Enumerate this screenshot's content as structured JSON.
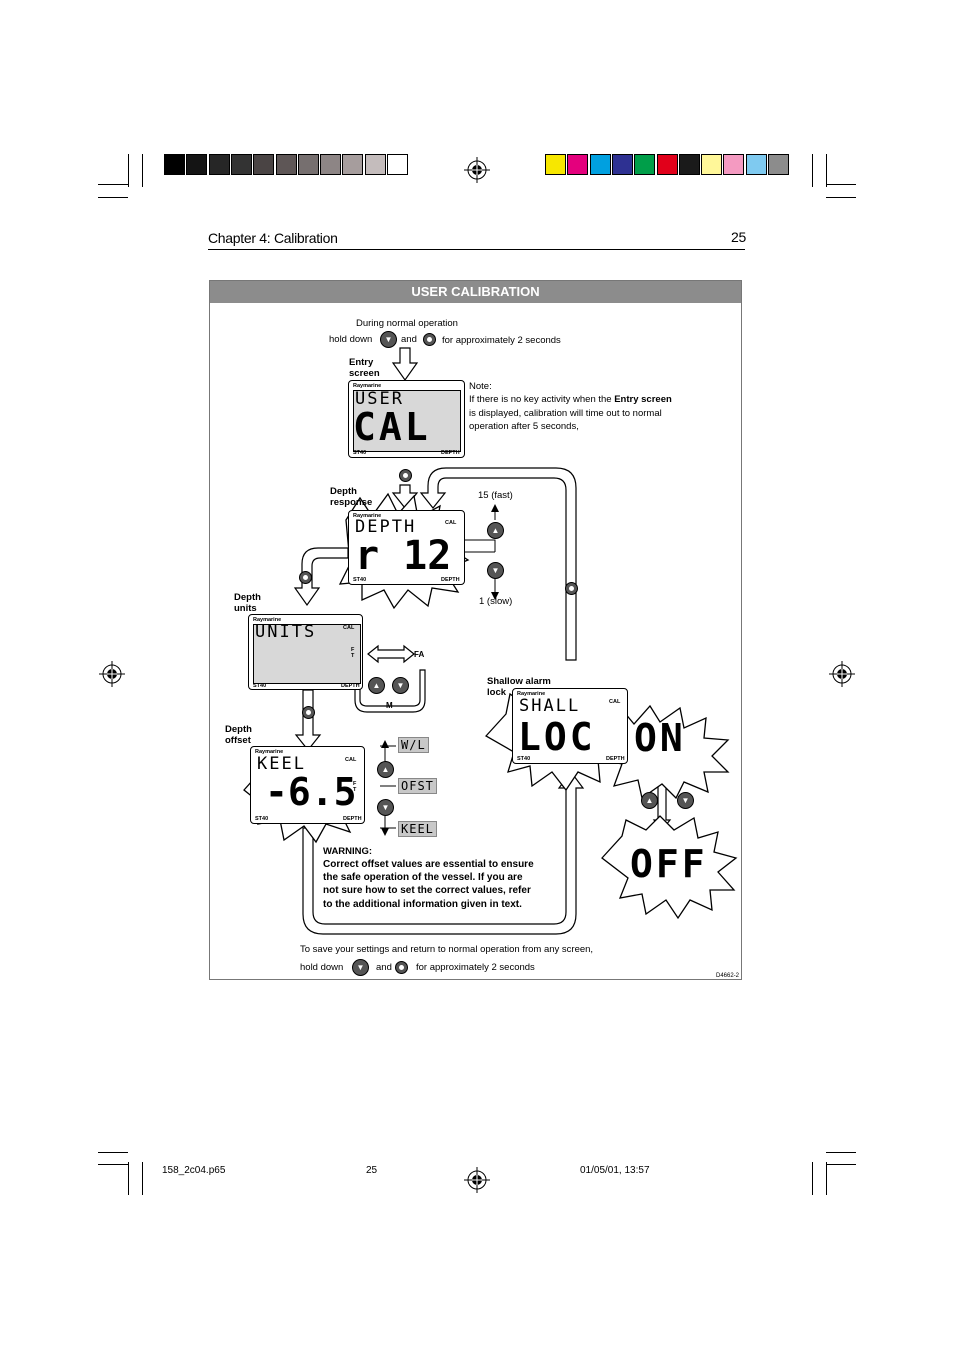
{
  "header": {
    "chapter": "Chapter 4: Calibration",
    "page_number": "25"
  },
  "panel": {
    "title": "USER CALIBRATION",
    "intro_line1": "During normal operation",
    "intro_hold": "hold down",
    "intro_and": "and",
    "intro_duration": "for approximately 2 seconds",
    "note_label": "Note:",
    "note_line1_pre": "If there is no key activity when the",
    "note_line1_bold": "Entry screen",
    "note_line2": "is displayed, calibration will time out to normal",
    "note_line3": "operation after 5 seconds,",
    "labels": {
      "entry_1": "Entry",
      "entry_2": "screen",
      "depth_response_1": "Depth",
      "depth_response_2": "response",
      "depth_units_1": "Depth",
      "depth_units_2": "units",
      "depth_offset_1": "Depth",
      "depth_offset_2": "offset",
      "shallow_1": "Shallow alarm",
      "shallow_2": "lock",
      "fast": "15 (fast)",
      "slow": "1 (slow)",
      "fa": "FA",
      "m": "M"
    },
    "displays": {
      "brand": "Raymarine",
      "model": "ST40",
      "mode": "DEPTH",
      "cal": "CAL",
      "entry_top": "USER",
      "entry_big": "CAL",
      "response_top": "DEPTH",
      "response_big": "r 12",
      "units_top": "UNITS",
      "ft": "FT",
      "offset_top": "KEEL",
      "offset_big": "-6.5",
      "shallow_top": "SHALL",
      "shallow_big1": "LOC",
      "shallow_big2": "ON",
      "shallow_off": "OFF",
      "opt_wl": "W/L",
      "opt_ofst": "OFST",
      "opt_keel": "KEEL"
    },
    "warning_title": "WARNING:",
    "warning_lines": [
      "Correct offset values are essential to ensure",
      "the safe operation of the vessel. If you are",
      "not sure how to set the correct values, refer",
      "to the additional information given in text."
    ],
    "save_line1": "To save your settings and return to normal operation from any screen,",
    "save_hold": "hold down",
    "save_and": "and",
    "save_duration": "for approximately 2 seconds",
    "figure_id": "D4662-2"
  },
  "footer": {
    "file": "158_2c04.p65",
    "page": "25",
    "timestamp": "01/05/01, 13:57"
  },
  "icons": {
    "down_key": "down-arrow-key-icon",
    "up_key": "up-arrow-key-icon",
    "disp_key": "disp-key-icon"
  },
  "colors": {
    "grey_bar": [
      "#000000",
      "#141414",
      "#262626",
      "#333333",
      "#4a4444",
      "#5e5656",
      "#766f6f",
      "#8d8585",
      "#a69d9d",
      "#c4bcbc",
      "#ffffff"
    ],
    "color_bar": [
      "#f7e700",
      "#e4007d",
      "#00a0e0",
      "#2e3192",
      "#009e49",
      "#e1001a",
      "#1a1a1a",
      "#fff799",
      "#f49ac1",
      "#7fcaf0",
      "#8c8c8c"
    ],
    "panel_title_bg": "#8c8c8c"
  }
}
